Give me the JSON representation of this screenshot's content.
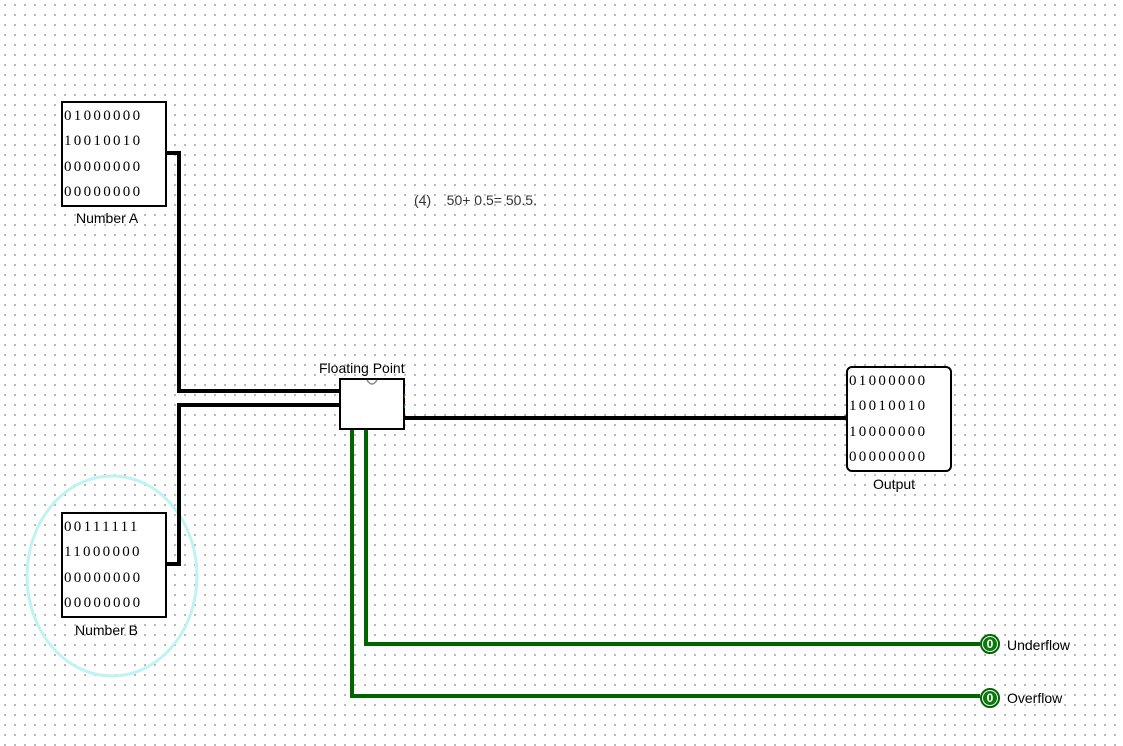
{
  "annotation": {
    "equation": "(4)    50+ 0.5= 50.5."
  },
  "inputs": {
    "number_a": {
      "label": "Number A",
      "bits": [
        "01000000",
        "10010010",
        "00000000",
        "00000000"
      ]
    },
    "number_b": {
      "label": "Number B",
      "bits": [
        "00111111",
        "11000000",
        "00000000",
        "00000000"
      ]
    }
  },
  "component": {
    "label": "Floating Point"
  },
  "output": {
    "label": "Output",
    "bits": [
      "01000000",
      "10010010",
      "10000000",
      "00000000"
    ]
  },
  "flags": {
    "underflow": {
      "label": "Underflow",
      "value": "0"
    },
    "overflow": {
      "label": "Overflow",
      "value": "0"
    }
  },
  "colors": {
    "wire_bus": "#000000",
    "wire_bit_off": "#006400",
    "selection_highlight": "#bff2f2",
    "grid_dot": "#a9a9a9"
  }
}
